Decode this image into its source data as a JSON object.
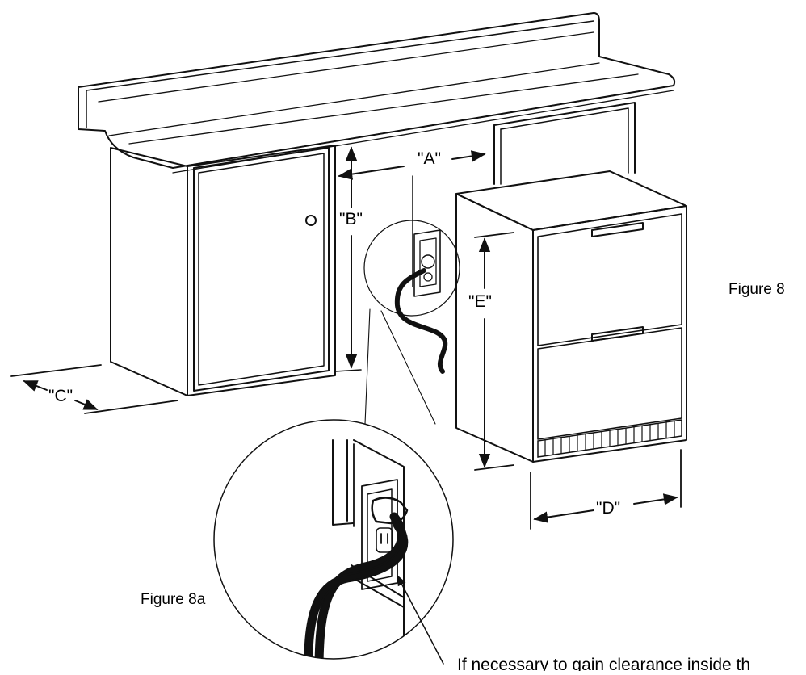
{
  "labels": {
    "a": "\"A\"",
    "b": "\"B\"",
    "c": "\"C\"",
    "d": "\"D\"",
    "e": "\"E\""
  },
  "captions": {
    "figure_main": "Figure 8",
    "figure_detail": "Figure 8a"
  },
  "note": "If necessary to gain clearance inside th"
}
